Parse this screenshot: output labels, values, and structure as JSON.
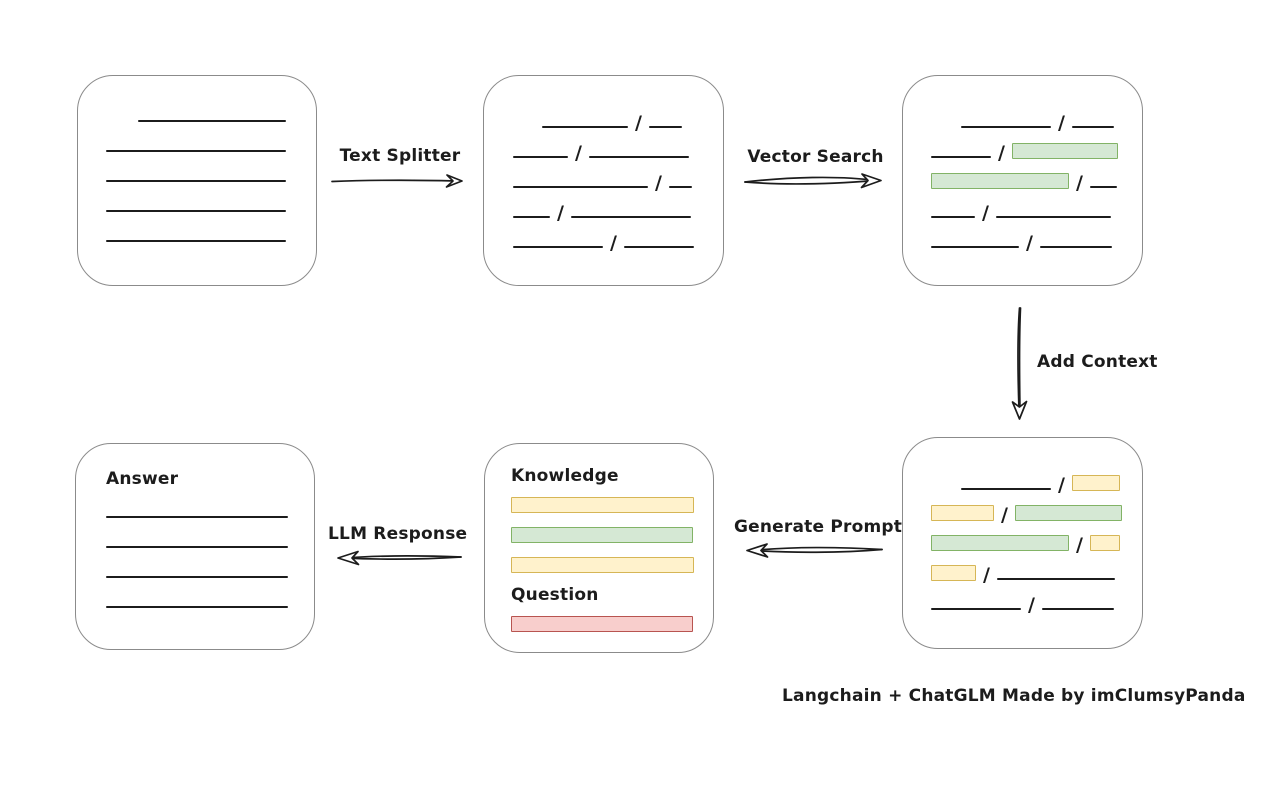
{
  "caption": "Langchain + ChatGLM Made by imClumsyPanda",
  "colors": {
    "ink": "#1c1c1c",
    "box_border": "#8b8b8b",
    "yellow_fill": "#fff2cc",
    "yellow_border": "#d6b656",
    "green_fill": "#d5e8d4",
    "green_border": "#82b366",
    "red_fill": "#f8cecc",
    "red_border": "#b85450"
  },
  "arrows": {
    "text_splitter": {
      "label": "Text Splitter",
      "direction": "right"
    },
    "vector_search": {
      "label": "Vector Search",
      "direction": "right"
    },
    "add_context": {
      "label": "Add Context",
      "direction": "down"
    },
    "generate_prompt": {
      "label": "Generate Prompt",
      "direction": "left"
    },
    "llm_response": {
      "label": "LLM Response",
      "direction": "left"
    }
  },
  "boxes": {
    "document": {
      "rows": [
        {
          "ind": 32,
          "seg": [
            [
              "line",
              148
            ]
          ]
        },
        {
          "seg": [
            [
              "line",
              180
            ]
          ]
        },
        {
          "seg": [
            [
              "line",
              180
            ]
          ]
        },
        {
          "seg": [
            [
              "line",
              180
            ]
          ]
        },
        {
          "seg": [
            [
              "line",
              180
            ]
          ]
        }
      ]
    },
    "split_chunks": {
      "rows": [
        {
          "ind": 29,
          "seg": [
            [
              "line",
              86
            ],
            [
              "slash"
            ],
            [
              "line",
              33
            ]
          ]
        },
        {
          "seg": [
            [
              "line",
              55
            ],
            [
              "slash"
            ],
            [
              "line",
              100
            ]
          ]
        },
        {
          "seg": [
            [
              "line",
              135
            ],
            [
              "slash"
            ],
            [
              "line",
              23
            ]
          ]
        },
        {
          "seg": [
            [
              "line",
              37
            ],
            [
              "slash"
            ],
            [
              "line",
              120
            ]
          ]
        },
        {
          "seg": [
            [
              "line",
              90
            ],
            [
              "slash"
            ],
            [
              "line",
              70
            ]
          ]
        }
      ]
    },
    "matched_chunks": {
      "rows": [
        {
          "ind": 30,
          "seg": [
            [
              "line",
              90
            ],
            [
              "slash"
            ],
            [
              "line",
              42
            ]
          ]
        },
        {
          "seg": [
            [
              "line",
              60
            ],
            [
              "slash"
            ],
            [
              "green",
              106
            ]
          ]
        },
        {
          "seg": [
            [
              "green",
              138
            ],
            [
              "slash"
            ],
            [
              "line",
              27
            ]
          ]
        },
        {
          "seg": [
            [
              "line",
              44
            ],
            [
              "slash"
            ],
            [
              "line",
              115
            ]
          ]
        },
        {
          "seg": [
            [
              "line",
              88
            ],
            [
              "slash"
            ],
            [
              "line",
              72
            ]
          ]
        }
      ]
    },
    "context_chunks": {
      "rows": [
        {
          "ind": 30,
          "seg": [
            [
              "line",
              90
            ],
            [
              "slash"
            ],
            [
              "yellow",
              48
            ]
          ]
        },
        {
          "seg": [
            [
              "yellow",
              63
            ],
            [
              "slash"
            ],
            [
              "green",
              107
            ]
          ]
        },
        {
          "seg": [
            [
              "green",
              138
            ],
            [
              "slash"
            ],
            [
              "yellow",
              30
            ]
          ]
        },
        {
          "seg": [
            [
              "yellow",
              45
            ],
            [
              "slash"
            ],
            [
              "line",
              118
            ]
          ]
        },
        {
          "seg": [
            [
              "line",
              90
            ],
            [
              "slash"
            ],
            [
              "line",
              72
            ]
          ]
        }
      ]
    },
    "prompt": {
      "knowledge_label": "Knowledge",
      "question_label": "Question",
      "knowledge_rows": [
        {
          "seg": [
            [
              "yellow",
              183
            ]
          ]
        },
        {
          "seg": [
            [
              "green",
              182
            ]
          ]
        },
        {
          "seg": [
            [
              "yellow",
              183
            ]
          ]
        }
      ],
      "question_rows": [
        {
          "seg": [
            [
              "red",
              182
            ]
          ]
        }
      ]
    },
    "answer": {
      "label": "Answer",
      "rows": [
        {
          "seg": [
            [
              "line",
              182
            ]
          ]
        },
        {
          "seg": [
            [
              "line",
              182
            ]
          ]
        },
        {
          "seg": [
            [
              "line",
              182
            ]
          ]
        },
        {
          "seg": [
            [
              "line",
              182
            ]
          ]
        }
      ]
    }
  }
}
